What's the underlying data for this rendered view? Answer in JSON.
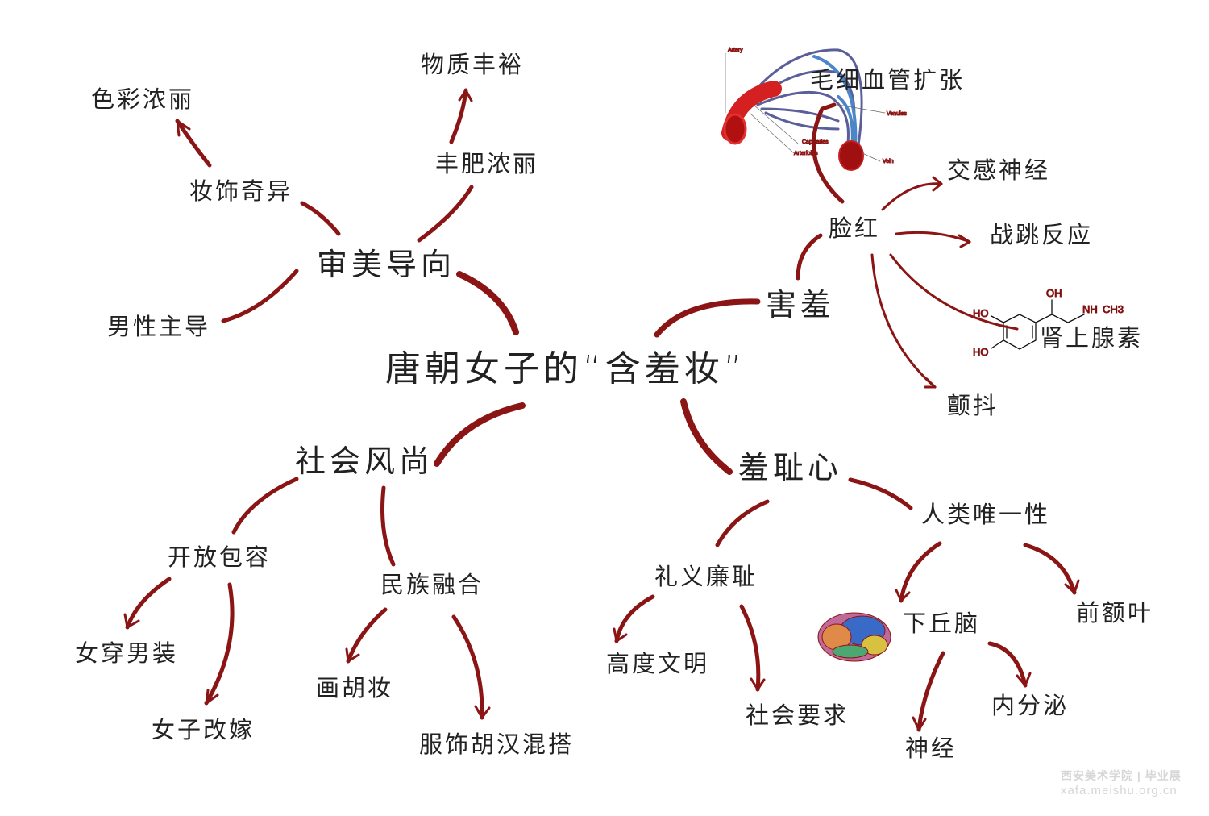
{
  "center": "唐朝女子的“含羞妆”",
  "branches": {
    "aesthetic": {
      "label": "审美导向",
      "makeup": "妆饰奇异",
      "color": "色彩浓丽",
      "plump": "丰肥浓丽",
      "wealth": "物质丰裕",
      "male": "男性主导"
    },
    "shy": {
      "label": "害羞",
      "blush": "脸红",
      "capillary": "毛细血管扩张",
      "sympathetic": "交感神经",
      "fight": "战跳反应",
      "adrenaline": "肾上腺素",
      "tremble": "颤抖"
    },
    "society": {
      "label": "社会风尚",
      "open": "开放包容",
      "crossdress": "女穿男装",
      "remarry": "女子改嫁",
      "ethnic": "民族融合",
      "hu_makeup": "画胡妆",
      "clothing": "服饰胡汉混搭"
    },
    "shame": {
      "label": "羞耻心",
      "propriety": "礼义廉耻",
      "civilization": "高度文明",
      "social_req": "社会要求",
      "unique": "人类唯一性",
      "hypothalamus": "下丘脑",
      "nerve": "神经",
      "endocrine": "内分泌",
      "prefrontal": "前额叶"
    }
  },
  "vessel_labels": {
    "artery": "Artery",
    "venules": "Venules",
    "capillaries": "Capillaries",
    "arterioles": "Arterioles",
    "vein": "Vein"
  },
  "chem_labels": {
    "oh_top": "OH",
    "ho_1": "HO",
    "ho_2": "HO",
    "nh": "NH",
    "ch3": "CH3"
  },
  "watermark": {
    "school": "西安美术学院",
    "show": "毕业展",
    "url": "xafa.meishu.org.cn"
  },
  "colors": {
    "line": "#8b1414",
    "text": "#222222"
  }
}
